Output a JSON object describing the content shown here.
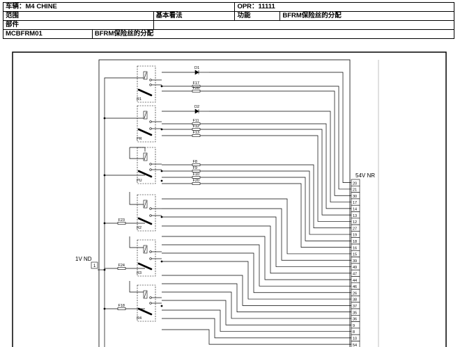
{
  "header": {
    "vehicle": "车辆：M4 CHINE",
    "opr": "OPR：11111",
    "scope": "范围",
    "basic": "基本看法",
    "function_label": "功能",
    "function_value": "BFRM保险丝的分配",
    "part": "部件",
    "code": "MCBFRM01",
    "description": "BFRM保险丝的分配"
  },
  "diagram": {
    "relays": [
      "R1",
      "PR",
      "PU",
      "R2",
      "R3",
      "R4"
    ],
    "diodes": [
      "D1",
      "D2"
    ],
    "fuses_right": [
      "F17",
      "F28",
      "F11",
      "F12",
      "F13",
      "F8",
      "F9",
      "F10",
      "F20"
    ],
    "fuses_left": [
      "F23",
      "F24",
      "F18"
    ],
    "connector_left": {
      "name": "1V ND",
      "pin": "1"
    },
    "connector_right": {
      "name": "54V NR",
      "pins": [
        "20",
        "21",
        "30",
        "17",
        "14",
        "13",
        "12",
        "27",
        "19",
        "18",
        "16",
        "15",
        "39",
        "49",
        "47",
        "44",
        "46",
        "26",
        "38",
        "37",
        "35",
        "36",
        "9",
        "8",
        "10",
        "54"
      ]
    }
  }
}
